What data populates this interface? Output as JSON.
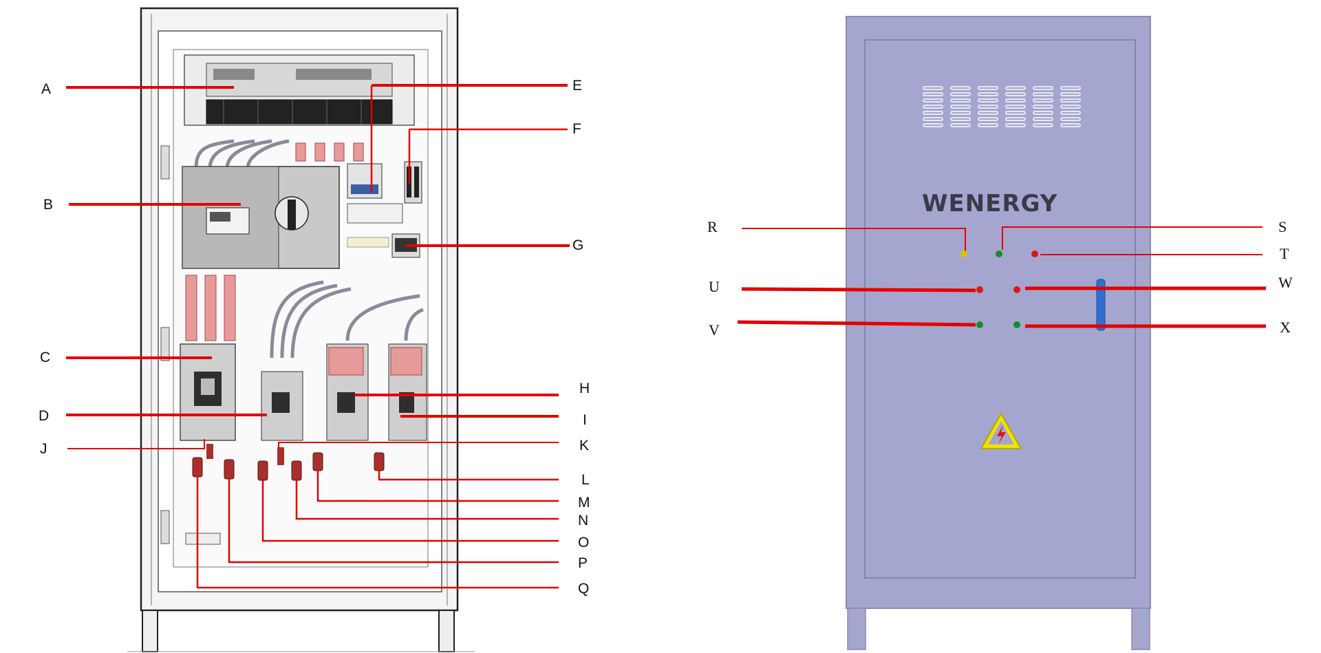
{
  "colors": {
    "leader": "#e40000",
    "cabinet_outline": "#2a2a2a",
    "cabinet_front": "#a5a6cf",
    "indicator_yellow": "#d8c400",
    "indicator_green": "#1a8a2a",
    "indicator_red": "#d61a1a",
    "handle_blue": "#2f6fd4",
    "warning_yellow": "#f2e200"
  },
  "brand": {
    "name": "WENERGY"
  },
  "left_labels": {
    "a": "A",
    "b": "B",
    "c": "C",
    "d": "D",
    "e": "E",
    "f": "F",
    "g": "G",
    "h": "H",
    "i": "I",
    "j": "J",
    "k": "K",
    "l": "L",
    "m": "M",
    "n": "N",
    "o": "O",
    "p": "P",
    "q": "Q"
  },
  "right_labels": {
    "r": "R",
    "s": "S",
    "t": "T",
    "u": "U",
    "v": "V",
    "w": "W",
    "x": "X"
  },
  "icons": {
    "warning": "high-voltage-warning-icon"
  }
}
